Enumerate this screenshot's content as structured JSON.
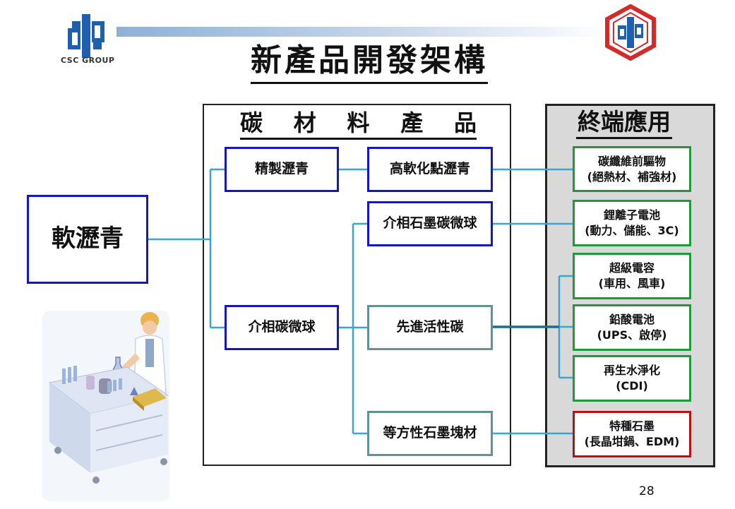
{
  "header": {
    "logo_text": "CSC GROUP",
    "title": "新產品開發架構"
  },
  "panels": {
    "carbon_title_chars": [
      "碳",
      "材",
      "料",
      "產",
      "品"
    ],
    "application_title": "終端應用"
  },
  "nodes": {
    "root": "軟瀝青",
    "refined_pitch": "精製瀝青",
    "mesocarbon_microbeads": "介相碳微球",
    "high_softening_pitch": "高軟化點瀝青",
    "mesophase_graphite_microbeads": "介相石墨碳微球",
    "activated_carbon": "先進活性碳",
    "isotropic_graphite": "等方性石墨塊材"
  },
  "applications": [
    {
      "line1": "碳纖維前驅物",
      "line2": "(絕熱材、補強材)"
    },
    {
      "line1": "鋰離子電池",
      "line2": "(動力、儲能、3C)"
    },
    {
      "line1": "超級電容",
      "line2": "(車用、風車)"
    },
    {
      "line1": "鉛酸電池",
      "line2": "(UPS、啟停)"
    },
    {
      "line1": "再生水淨化",
      "line2": "(CDI)"
    },
    {
      "line1": "特種石墨",
      "line2": "(長晶坩鍋、EDM)"
    }
  ],
  "page_number": "28",
  "colors": {
    "primary_node_border": "#1414c8",
    "secondary_node_border": "#5f9494",
    "application_border": "#1f9a3a",
    "special_application_border": "#b01414",
    "connector": "#3aa6d0",
    "logo_blue": "#1e5fae",
    "logo_red": "#d42a2a"
  }
}
